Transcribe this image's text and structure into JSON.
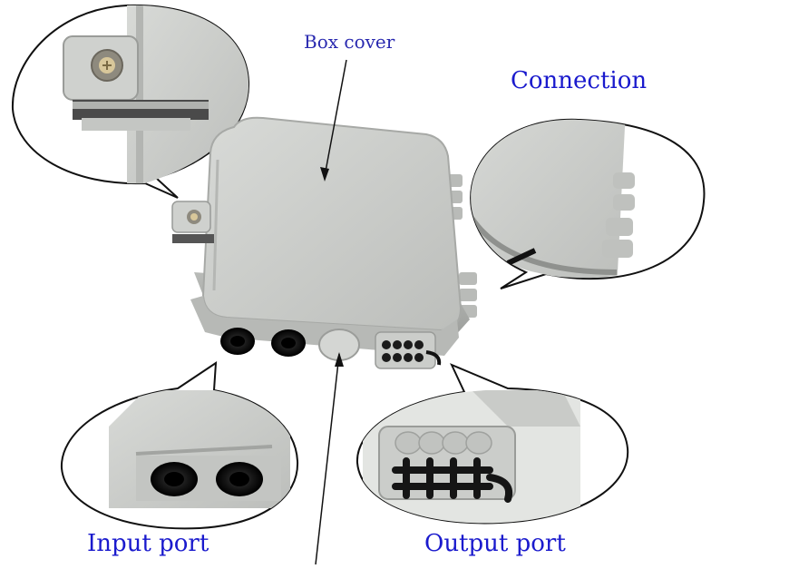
{
  "labels": {
    "box_cover": "Box cover",
    "connection": "Connection",
    "input_port": "Input port",
    "output_port": "Output port"
  },
  "colors": {
    "label_text": "#1a1acd",
    "plastic": "#c9cbc8",
    "plastic_shadow": "#a9aba8",
    "port_black": "#1b1b1b",
    "callout_outline": "#111111"
  }
}
